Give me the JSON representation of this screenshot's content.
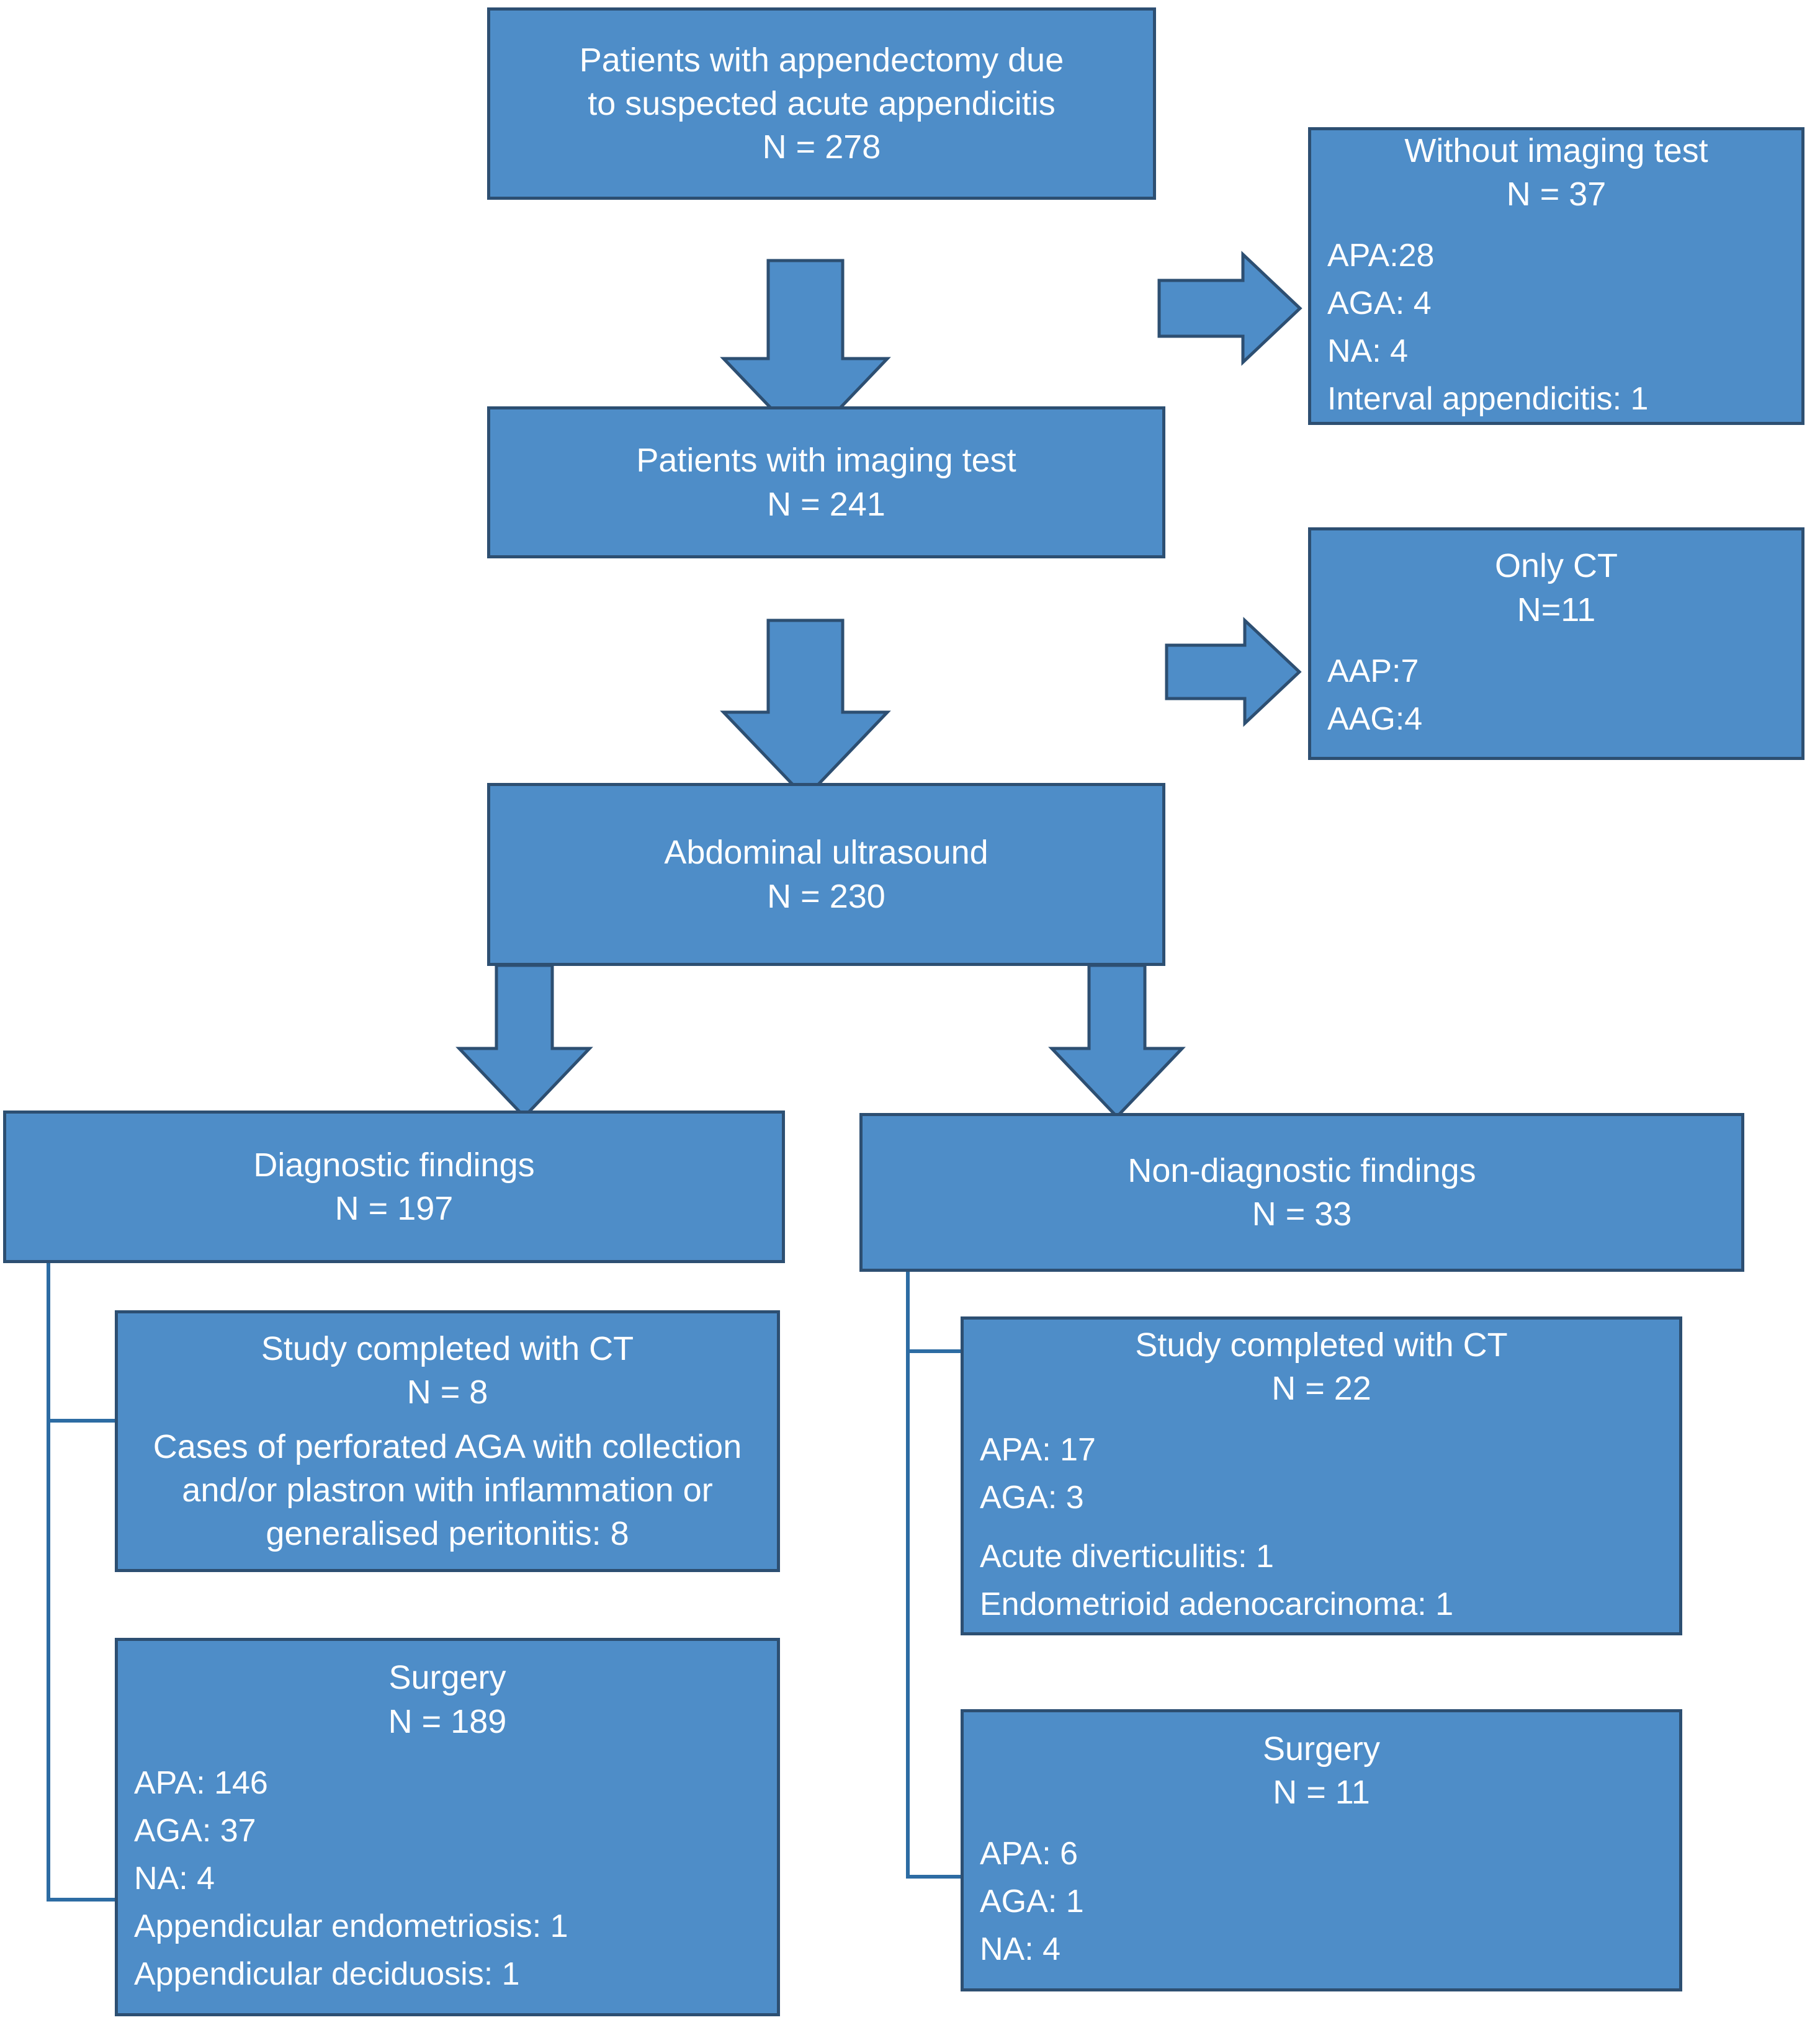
{
  "figure": {
    "type": "flowchart",
    "palette": {
      "box_fill": "#4e8dc8",
      "box_border": "#2d4f72",
      "text": "#ffffff",
      "connector": "#2d6ca3",
      "background": "#ffffff"
    }
  },
  "nodes": {
    "root": {
      "title": "Patients with appendectomy due\nto suspected acute appendicitis",
      "count": "N = 278"
    },
    "without_imaging": {
      "title": "Without imaging test",
      "count": "N = 37",
      "details": [
        "APA:28",
        "AGA: 4",
        "NA: 4",
        " Interval appendicitis: 1"
      ]
    },
    "with_imaging": {
      "title": "Patients with imaging test",
      "count": "N = 241"
    },
    "only_ct": {
      "title": "Only CT",
      "count": "N=11",
      "details": [
        "AAP:7",
        "AAG:4"
      ]
    },
    "ultrasound": {
      "title": "Abdominal ultrasound",
      "count": "N = 230"
    },
    "diagnostic": {
      "title": "Diagnostic findings",
      "count": "N = 197"
    },
    "non_diagnostic": {
      "title": "Non-diagnostic findings",
      "count": "N = 33"
    },
    "diag_ct": {
      "title": "Study completed with CT",
      "count": "N = 8",
      "note": "Cases of perforated AGA with collection\n and/or plastron with inflammation or\ngeneralised peritonitis: 8"
    },
    "diag_surgery": {
      "title": "Surgery",
      "count": "N = 189",
      "details": [
        "APA: 146",
        "AGA: 37",
        "NA: 4",
        "Appendicular endometriosis: 1",
        "Appendicular deciduosis: 1"
      ]
    },
    "nondiag_ct": {
      "title": "Study completed with CT",
      "count": "N = 22",
      "details": [
        "APA: 17",
        "AGA: 3",
        "Acute diverticulitis: 1",
        "Endometrioid adenocarcinoma: 1"
      ]
    },
    "nondiag_surgery": {
      "title": "Surgery",
      "count": "N = 11",
      "details": [
        "APA: 6",
        "AGA: 1",
        "NA: 4"
      ]
    }
  },
  "connectors": [
    {
      "name": "root-to-with-imaging",
      "kind": "block-arrow-down"
    },
    {
      "name": "root-to-without-imaging",
      "kind": "block-arrow-right"
    },
    {
      "name": "with-imaging-to-ultrasound",
      "kind": "block-arrow-down"
    },
    {
      "name": "with-imaging-to-only-ct",
      "kind": "block-arrow-right"
    },
    {
      "name": "ultrasound-to-diagnostic",
      "kind": "block-arrow-down"
    },
    {
      "name": "ultrasound-to-non-diagnostic",
      "kind": "block-arrow-down"
    },
    {
      "name": "diagnostic-branch",
      "kind": "elbow-line"
    },
    {
      "name": "non-diagnostic-branch",
      "kind": "elbow-line"
    }
  ]
}
